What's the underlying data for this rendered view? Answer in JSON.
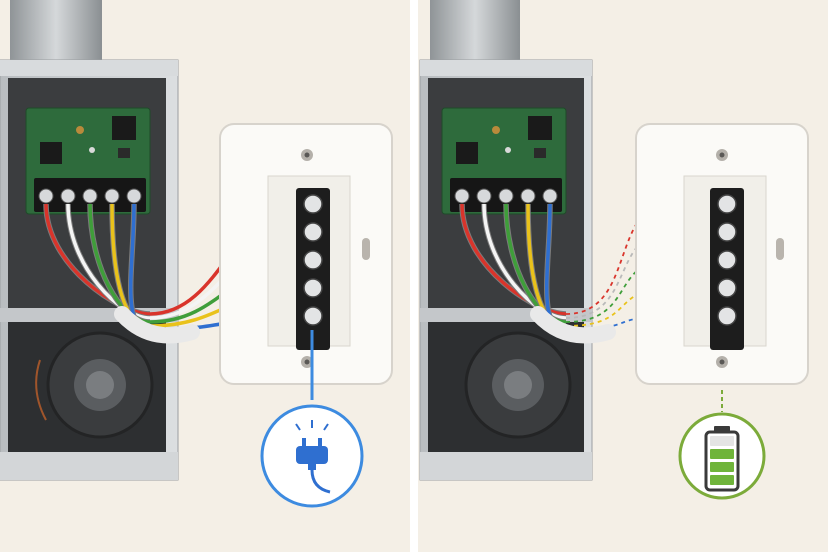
{
  "panels": [
    {
      "id": "wired-power",
      "wires": [
        {
          "color": "red",
          "hex": "#d9342b"
        },
        {
          "color": "white",
          "hex": "#f4f4f4"
        },
        {
          "color": "green",
          "hex": "#3f9e3a"
        },
        {
          "color": "yellow",
          "hex": "#e9c21b"
        },
        {
          "color": "blue",
          "hex": "#2f6fd0"
        }
      ],
      "connection": "solid",
      "power_source": "plug-icon",
      "accent": "#3d8be0"
    },
    {
      "id": "battery-power",
      "wires": [
        {
          "color": "red",
          "hex": "#d9342b"
        },
        {
          "color": "white",
          "hex": "#f4f4f4"
        },
        {
          "color": "green",
          "hex": "#3f9e3a"
        },
        {
          "color": "yellow",
          "hex": "#e9c21b"
        },
        {
          "color": "blue",
          "hex": "#2f6fd0"
        }
      ],
      "connection": "dashed",
      "power_source": "battery-icon",
      "accent": "#7cab3a",
      "battery_level": 0.75
    }
  ],
  "colors": {
    "background": "#f4efe6",
    "divider": "#ffffff",
    "cabinet": "#c9ccce",
    "pcb": "#2e6b3c",
    "terminal_block": "#1d1d1d",
    "plate": "#fbfaf7"
  }
}
